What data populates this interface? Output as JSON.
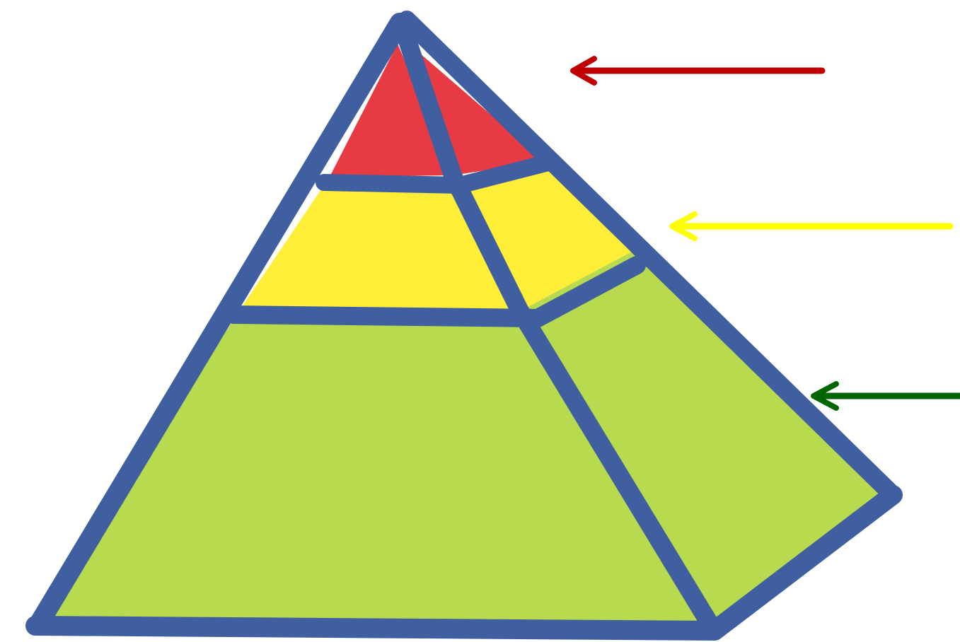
{
  "diagram": {
    "kind": "pyramid",
    "tier_count": 3,
    "colors": {
      "background": "#ffffff",
      "outline": "#3f5fa0",
      "tier_top": "#e83a43",
      "tier_middle": "#ffee38",
      "tier_bottom": "#b8da4e",
      "arrow_top": "#c00000",
      "arrow_middle": "#ffff00",
      "arrow_bottom": "#006400"
    },
    "tiers": [
      {
        "name": "top",
        "color_key": "tier_top",
        "arrow_color_key": "arrow_top"
      },
      {
        "name": "middle",
        "color_key": "tier_middle",
        "arrow_color_key": "arrow_middle"
      },
      {
        "name": "bottom",
        "color_key": "tier_bottom",
        "arrow_color_key": "arrow_bottom"
      }
    ]
  }
}
